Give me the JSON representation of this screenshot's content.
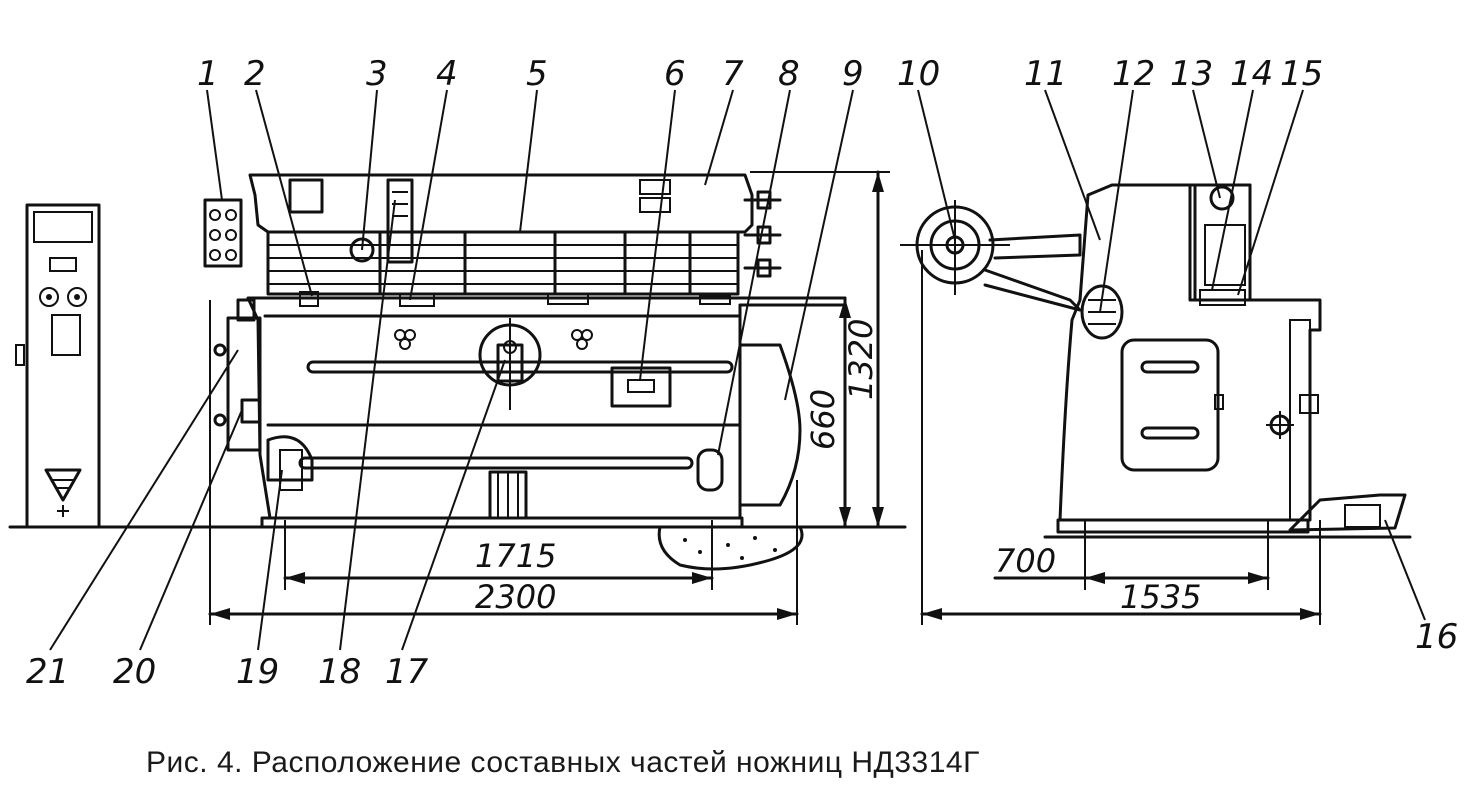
{
  "caption": "Рис. 4. Расположение составных частей ножниц НД3314Г",
  "callouts": [
    {
      "id": "1",
      "label": "1"
    },
    {
      "id": "2",
      "label": "2"
    },
    {
      "id": "3",
      "label": "3"
    },
    {
      "id": "4",
      "label": "4"
    },
    {
      "id": "5",
      "label": "5"
    },
    {
      "id": "6",
      "label": "6"
    },
    {
      "id": "7",
      "label": "7"
    },
    {
      "id": "8",
      "label": "8"
    },
    {
      "id": "9",
      "label": "9"
    },
    {
      "id": "10",
      "label": "10"
    },
    {
      "id": "11",
      "label": "11"
    },
    {
      "id": "12",
      "label": "12"
    },
    {
      "id": "13",
      "label": "13"
    },
    {
      "id": "14",
      "label": "14"
    },
    {
      "id": "15",
      "label": "15"
    },
    {
      "id": "16",
      "label": "16"
    },
    {
      "id": "17",
      "label": "17"
    },
    {
      "id": "18",
      "label": "18"
    },
    {
      "id": "19",
      "label": "19"
    },
    {
      "id": "20",
      "label": "20"
    },
    {
      "id": "21",
      "label": "21"
    }
  ],
  "dimensions": {
    "d1715": "1715",
    "d2300": "2300",
    "d660": "660",
    "d1320": "1320",
    "d700": "700",
    "d1535": "1535"
  }
}
